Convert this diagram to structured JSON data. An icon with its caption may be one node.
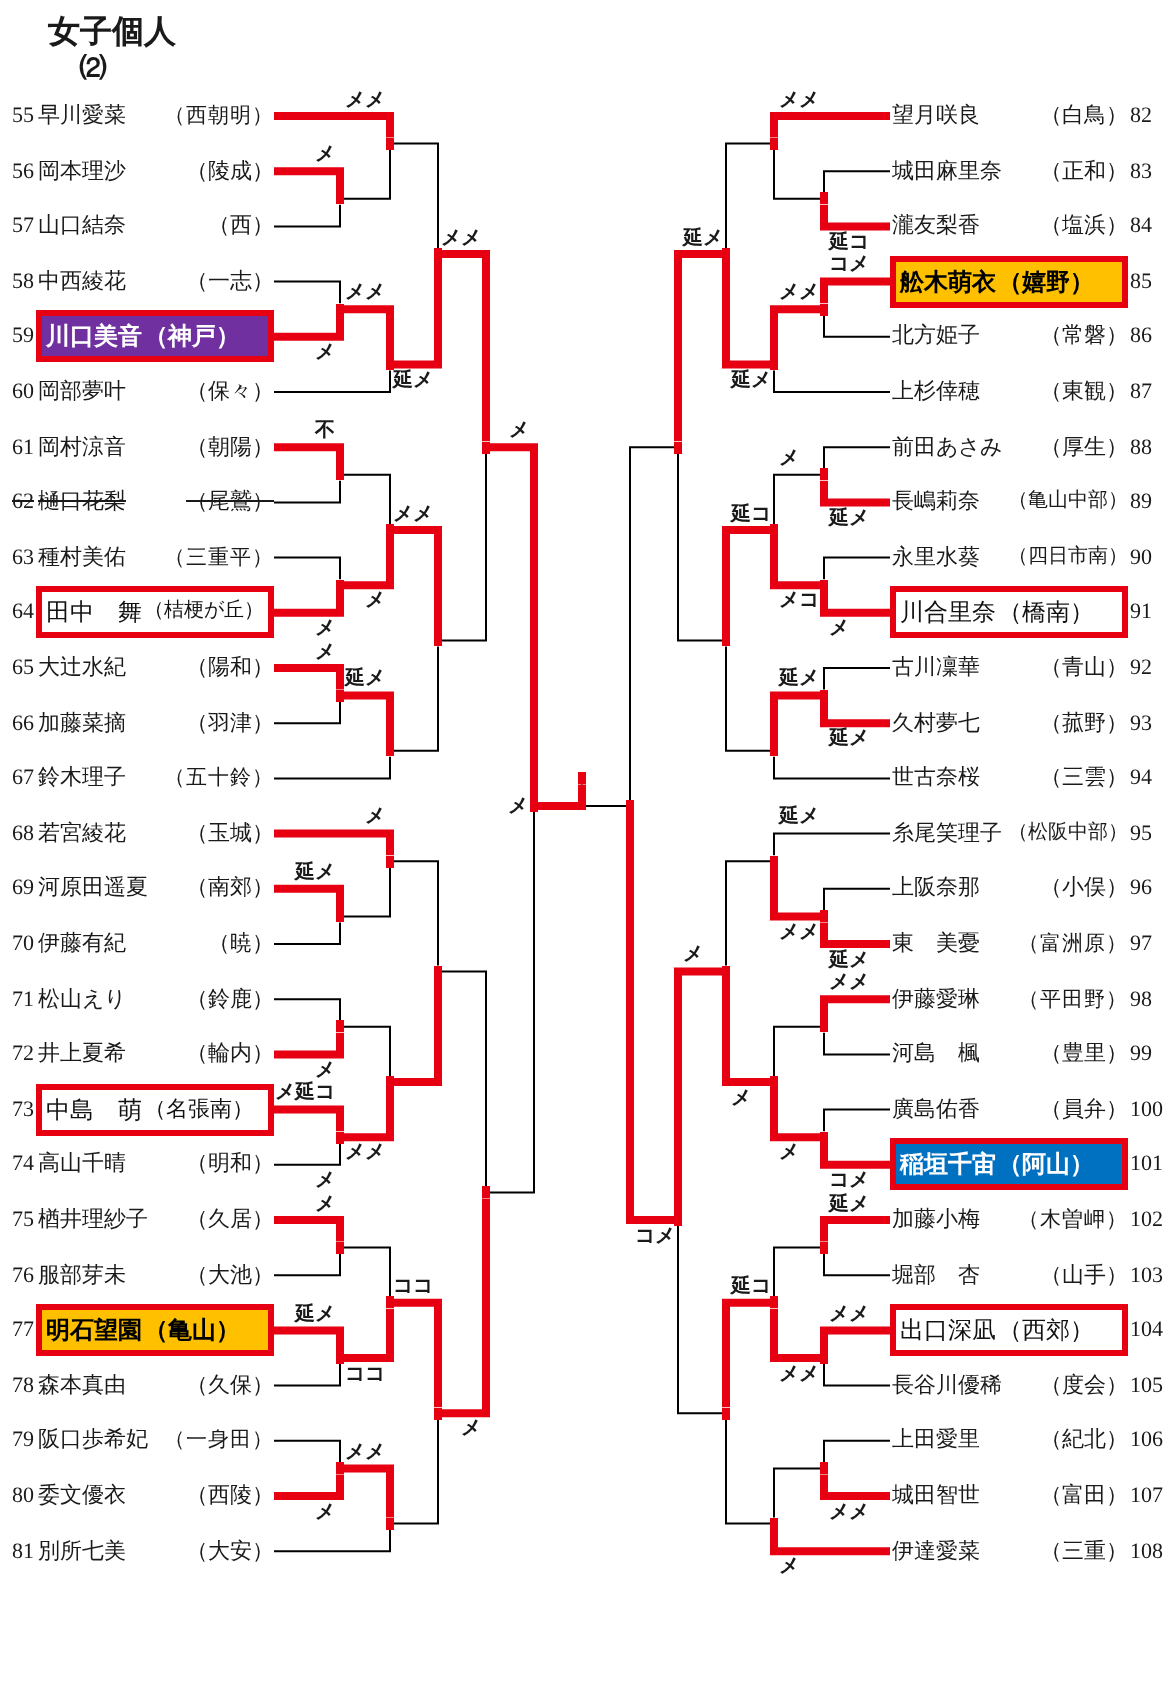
{
  "diagram": {
    "title": "女子個人",
    "nodes": [
      {
        "text": [
          "早川愛菜",
          "（西朝明）"
        ],
        "beside": [
          "55"
        ]
      },
      {
        "text": [
          "岡本理沙",
          "（陵成）"
        ],
        "beside": [
          "56"
        ]
      },
      {
        "text": [
          "山口結奈",
          "（西）"
        ],
        "beside": [
          "57"
        ]
      },
      {
        "text": [
          "中西綾花",
          "（一志）"
        ],
        "beside": [
          "58"
        ]
      },
      {
        "text": [
          "川口美音",
          "（神戸）"
        ],
        "beside": [
          "59"
        ]
      },
      {
        "text": [
          "岡部夢叶",
          "（保々）"
        ],
        "beside": [
          "60"
        ]
      },
      {
        "text": [
          "岡村涼音",
          "（朝陽）"
        ],
        "beside": [
          "61"
        ]
      },
      {
        "text": [
          "樋口花梨",
          "（尾鷲）"
        ],
        "beside": [
          "62"
        ]
      },
      {
        "text": [
          "種村美佑",
          "（三重平）"
        ],
        "beside": [
          "63"
        ]
      },
      {
        "text": [
          "田中　舞",
          "（桔梗が丘）"
        ],
        "beside": [
          "64"
        ]
      },
      {
        "text": [
          "大辻水紀",
          "（陽和）"
        ],
        "beside": [
          "65"
        ]
      },
      {
        "text": [
          "加藤菜摘",
          "（羽津）"
        ],
        "beside": [
          "66"
        ]
      },
      {
        "text": [
          "鈴木理子",
          "（五十鈴）"
        ],
        "beside": [
          "67"
        ]
      },
      {
        "text": [
          "若宮綾花",
          "（玉城）"
        ],
        "beside": [
          "68"
        ]
      },
      {
        "text": [
          "河原田遥夏",
          "（南郊）"
        ],
        "beside": [
          "69"
        ]
      },
      {
        "text": [
          "伊藤有紀",
          "（暁）"
        ],
        "beside": [
          "70"
        ]
      },
      {
        "text": [
          "松山えり",
          "（鈴鹿）"
        ],
        "beside": [
          "71"
        ]
      },
      {
        "text": [
          "井上夏希",
          "（輪内）"
        ],
        "beside": [
          "72"
        ]
      },
      {
        "text": [
          "中島　萌",
          "（名張南）"
        ],
        "beside": [
          "73"
        ]
      },
      {
        "text": [
          "高山千晴",
          "（明和）"
        ],
        "beside": [
          "74"
        ]
      },
      {
        "text": [
          "楢井理紗子",
          "（久居）"
        ],
        "beside": [
          "75"
        ]
      },
      {
        "text": [
          "服部芽未",
          "（大池）"
        ],
        "beside": [
          "76"
        ]
      },
      {
        "text": [
          "明石望園",
          "（亀山）"
        ],
        "beside": [
          "77"
        ]
      },
      {
        "text": [
          "森本真由",
          "（久保）"
        ],
        "beside": [
          "78"
        ]
      },
      {
        "text": [
          "阪口歩希妃",
          "（一身田）"
        ],
        "beside": [
          "79"
        ]
      },
      {
        "text": [
          "委文優衣",
          "（西陵）"
        ],
        "beside": [
          "80"
        ]
      },
      {
        "text": [
          "別所七美",
          "（大安）"
        ],
        "beside": [
          "81"
        ]
      },
      {
        "text": [
          "望月咲良",
          "（白鳥）"
        ],
        "beside": [
          "82"
        ]
      },
      {
        "text": [
          "城田麻里奈",
          "（正和）"
        ],
        "beside": [
          "83"
        ]
      },
      {
        "text": [
          "瀧友梨香",
          "（塩浜）"
        ],
        "beside": [
          "84"
        ]
      },
      {
        "text": [
          "舩木萌衣",
          "（嬉野）"
        ],
        "beside": [
          "85"
        ]
      },
      {
        "text": [
          "北方姫子",
          "（常磐）"
        ],
        "beside": [
          "86"
        ]
      },
      {
        "text": [
          "上杉倖穂",
          "（東観）"
        ],
        "beside": [
          "87"
        ]
      },
      {
        "text": [
          "前田あさみ",
          "（厚生）"
        ],
        "beside": [
          "88"
        ]
      },
      {
        "text": [
          "長嶋莉奈",
          "（亀山中部）"
        ],
        "beside": [
          "89"
        ]
      },
      {
        "text": [
          "永里水葵",
          "（四日市南）"
        ],
        "beside": [
          "90"
        ]
      },
      {
        "text": [
          "川合里奈",
          "（橋南）"
        ],
        "beside": [
          "91"
        ]
      },
      {
        "text": [
          "古川凜華",
          "（青山）"
        ],
        "beside": [
          "92"
        ]
      },
      {
        "text": [
          "久村夢七",
          "（菰野）"
        ],
        "beside": [
          "93"
        ]
      },
      {
        "text": [
          "世古奈桜",
          "（三雲）"
        ],
        "beside": [
          "94"
        ]
      },
      {
        "text": [
          "糸尾笑理子",
          "（松阪中部）"
        ],
        "beside": [
          "95"
        ]
      },
      {
        "text": [
          "上阪奈那",
          "（小俣）"
        ],
        "beside": [
          "96"
        ]
      },
      {
        "text": [
          "東　美憂",
          "（富洲原）"
        ],
        "beside": [
          "97"
        ]
      },
      {
        "text": [
          "伊藤愛琳",
          "（平田野）"
        ],
        "beside": [
          "98"
        ]
      },
      {
        "text": [
          "河島　楓",
          "（豊里）"
        ],
        "beside": [
          "99"
        ]
      },
      {
        "text": [
          "廣島佑香",
          "（員弁）"
        ],
        "beside": [
          "100"
        ]
      },
      {
        "text": [
          "稲垣千宙",
          "（阿山）"
        ],
        "beside": [
          "101"
        ]
      },
      {
        "text": [
          "加藤小梅",
          "（木曽岬）"
        ],
        "beside": [
          "102"
        ]
      },
      {
        "text": [
          "堀部　杏",
          "（山手）"
        ],
        "beside": [
          "103"
        ]
      },
      {
        "text": [
          "出口深凪",
          "（西郊）"
        ],
        "beside": [
          "104"
        ]
      },
      {
        "text": [
          "長谷川優稀",
          "（度会）"
        ],
        "beside": [
          "105"
        ]
      },
      {
        "text": [
          "上田愛里",
          "（紀北）"
        ],
        "beside": [
          "106"
        ]
      },
      {
        "text": [
          "城田智世",
          "（富田）"
        ],
        "beside": [
          "107"
        ]
      },
      {
        "text": [
          "伊達愛菜",
          "（三重）"
        ],
        "beside": [
          "108"
        ]
      },
      {
        "text": [],
        "shape": "bar"
      },
      {
        "text": [],
        "shape": "bar"
      },
      {
        "text": [],
        "shape": "bar"
      },
      {
        "text": [],
        "shape": "bar"
      },
      {
        "text": [],
        "shape": "bar"
      },
      {
        "text": [],
        "shape": "bar"
      },
      {
        "text": [],
        "shape": "bar"
      },
      {
        "text": [],
        "shape": "bar"
      },
      {
        "text": [],
        "shape": "bar"
      },
      {
        "text": [],
        "shape": "bar"
      },
      {
        "text": [],
        "shape": "bar"
      },
      {
        "text": [],
        "shape": "bar"
      },
      {
        "text": [],
        "shape": "bar"
      },
      {
        "text": [],
        "shape": "bar"
      },
      {
        "text": [],
        "shape": "bar"
      },
      {
        "text": [],
        "shape": "bar"
      },
      {
        "text": [],
        "shape": "bar"
      },
      {
        "text": [],
        "shape": "bar"
      },
      {
        "text": [],
        "shape": "bar"
      },
      {
        "text": [],
        "shape": "bar"
      },
      {
        "text": [],
        "shape": "bar"
      },
      {
        "text": [],
        "shape": "bar"
      },
      {
        "text": [],
        "shape": "bar"
      },
      {
        "text": [],
        "shape": "bar"
      },
      {
        "text": [],
        "shape": "bar"
      },
      {
        "text": [],
        "shape": "bar"
      },
      {
        "text": [],
        "shape": "bar"
      },
      {
        "text": [],
        "shape": "bar"
      },
      {
        "text": [],
        "shape": "bar"
      },
      {
        "text": [],
        "shape": "bar"
      },
      {
        "text": [],
        "shape": "bar"
      },
      {
        "text": [],
        "shape": "bar"
      },
      {
        "text": [],
        "shape": "bar"
      },
      {
        "text": [],
        "shape": "bar"
      },
      {
        "text": [],
        "shape": "bar"
      },
      {
        "text": [],
        "shape": "bar"
      },
      {
        "text": [],
        "shape": "bar"
      },
      {
        "text": [],
        "shape": "bar"
      },
      {
        "text": [],
        "shape": "bar"
      },
      {
        "text": [],
        "shape": "bar"
      },
      {
        "text": [],
        "shape": "bar"
      },
      {
        "text": [],
        "shape": "bar"
      },
      {
        "text": [],
        "shape": "bar"
      },
      {
        "text": [],
        "shape": "bar"
      },
      {
        "text": [],
        "shape": "bar"
      },
      {
        "text": [],
        "shape": "bar"
      },
      {
        "text": [],
        "shape": "bar"
      },
      {
        "text": [],
        "shape": "bar"
      },
      {
        "text": [],
        "shape": "bar"
      },
      {
        "text": [],
        "shape": "bar"
      },
      {
        "text": [],
        "shape": "bar"
      },
      {
        "text": [],
        "shape": "bar"
      },
      {
        "text": [],
        "shape": "bar"
      }
    ],
    "edges": [
      {
        "from": 1,
        "to": 54,
        "arrow": "none",
        "label": "メ",
        "style": "thick",
        "color": "#e60012"
      },
      {
        "from": 2,
        "to": 54,
        "arrow": "none",
        "color": "#000000"
      },
      {
        "from": 0,
        "to": 55,
        "arrow": "none",
        "label": "メメ",
        "style": "thick",
        "color": "#e60012"
      },
      {
        "from": 54,
        "to": 55,
        "arrow": "none",
        "color": "#000000"
      },
      {
        "from": 3,
        "to": 56,
        "arrow": "none",
        "color": "#000000"
      },
      {
        "from": 4,
        "to": 56,
        "arrow": "none",
        "label": "メ",
        "style": "thick",
        "color": "#e60012"
      },
      {
        "from": 56,
        "to": 57,
        "arrow": "none",
        "label": "メメ",
        "style": "thick",
        "color": "#e60012"
      },
      {
        "from": 5,
        "to": 57,
        "arrow": "none",
        "color": "#000000"
      },
      {
        "from": 55,
        "to": 58,
        "arrow": "none",
        "color": "#000000"
      },
      {
        "from": 57,
        "to": 58,
        "arrow": "none",
        "label": "延メ",
        "style": "thick",
        "color": "#e60012"
      },
      {
        "from": 6,
        "to": 59,
        "arrow": "none",
        "label": "不",
        "style": "thick",
        "color": "#e60012"
      },
      {
        "from": 7,
        "to": 59,
        "arrow": "none",
        "color": "#000000"
      },
      {
        "from": 8,
        "to": 60,
        "arrow": "none",
        "color": "#000000"
      },
      {
        "from": 9,
        "to": 60,
        "arrow": "none",
        "label": "メ",
        "style": "thick",
        "color": "#e60012"
      },
      {
        "from": 59,
        "to": 61,
        "arrow": "none",
        "color": "#000000"
      },
      {
        "from": 60,
        "to": 61,
        "arrow": "none",
        "label": "メ",
        "style": "thick",
        "color": "#e60012"
      },
      {
        "from": 10,
        "to": 62,
        "arrow": "none",
        "label": "メ",
        "style": "thick",
        "color": "#e60012"
      },
      {
        "from": 11,
        "to": 62,
        "arrow": "none",
        "color": "#000000"
      },
      {
        "from": 62,
        "to": 63,
        "arrow": "none",
        "label": "延メ",
        "style": "thick",
        "color": "#e60012"
      },
      {
        "from": 12,
        "to": 63,
        "arrow": "none",
        "color": "#000000"
      },
      {
        "from": 61,
        "to": 64,
        "arrow": "none",
        "label": "メメ",
        "style": "thick",
        "color": "#e60012"
      },
      {
        "from": 63,
        "to": 64,
        "arrow": "none",
        "color": "#000000"
      },
      {
        "from": 58,
        "to": 65,
        "arrow": "none",
        "label": "メメ",
        "style": "thick",
        "color": "#e60012"
      },
      {
        "from": 64,
        "to": 65,
        "arrow": "none",
        "color": "#000000"
      },
      {
        "from": 14,
        "to": 66,
        "arrow": "none",
        "label": "延メ",
        "style": "thick",
        "color": "#e60012"
      },
      {
        "from": 15,
        "to": 66,
        "arrow": "none",
        "color": "#000000"
      },
      {
        "from": 13,
        "to": 67,
        "arrow": "none",
        "label": "メ",
        "style": "thick",
        "color": "#e60012"
      },
      {
        "from": 66,
        "to": 67,
        "arrow": "none",
        "color": "#000000"
      },
      {
        "from": 16,
        "to": 68,
        "arrow": "none",
        "color": "#000000"
      },
      {
        "from": 17,
        "to": 68,
        "arrow": "none",
        "label": "メ",
        "style": "thick",
        "color": "#e60012"
      },
      {
        "from": 18,
        "to": 69,
        "arrow": "none",
        "label": "メ延コ",
        "style": "thick",
        "color": "#e60012"
      },
      {
        "from": 19,
        "to": 69,
        "arrow": "none",
        "label": "メ",
        "color": "#000000"
      },
      {
        "from": 68,
        "to": 70,
        "arrow": "none",
        "color": "#000000"
      },
      {
        "from": 69,
        "to": 70,
        "arrow": "none",
        "label": "メメ",
        "style": "thick",
        "color": "#e60012"
      },
      {
        "from": 67,
        "to": 71,
        "arrow": "none",
        "color": "#000000"
      },
      {
        "from": 70,
        "to": 71,
        "arrow": "none",
        "style": "thick",
        "color": "#e60012"
      },
      {
        "from": 20,
        "to": 72,
        "arrow": "none",
        "label": "メ",
        "style": "thick",
        "color": "#e60012"
      },
      {
        "from": 21,
        "to": 72,
        "arrow": "none",
        "color": "#000000"
      },
      {
        "from": 22,
        "to": 73,
        "arrow": "none",
        "label": "延メ",
        "style": "thick",
        "color": "#e60012"
      },
      {
        "from": 23,
        "to": 73,
        "arrow": "none",
        "color": "#000000"
      },
      {
        "from": 72,
        "to": 74,
        "arrow": "none",
        "color": "#000000"
      },
      {
        "from": 73,
        "to": 74,
        "arrow": "none",
        "label": "ココ",
        "style": "thick",
        "color": "#e60012"
      },
      {
        "from": 24,
        "to": 75,
        "arrow": "none",
        "color": "#000000"
      },
      {
        "from": 25,
        "to": 75,
        "arrow": "none",
        "label": "メ",
        "style": "thick",
        "color": "#e60012"
      },
      {
        "from": 75,
        "to": 76,
        "arrow": "none",
        "label": "メメ",
        "style": "thick",
        "color": "#e60012"
      },
      {
        "from": 26,
        "to": 76,
        "arrow": "none",
        "color": "#000000"
      },
      {
        "from": 74,
        "to": 77,
        "arrow": "none",
        "label": "ココ",
        "style": "thick",
        "color": "#e60012"
      },
      {
        "from": 76,
        "to": 77,
        "arrow": "none",
        "color": "#000000"
      },
      {
        "from": 71,
        "to": 78,
        "arrow": "none",
        "color": "#000000"
      },
      {
        "from": 77,
        "to": 78,
        "arrow": "none",
        "label": "メ",
        "style": "thick",
        "color": "#e60012"
      },
      {
        "from": 65,
        "to": 79,
        "arrow": "none",
        "label": "メ",
        "style": "thick",
        "color": "#e60012"
      },
      {
        "from": 78,
        "to": 79,
        "arrow": "none",
        "color": "#000000"
      },
      {
        "from": 28,
        "to": 80,
        "arrow": "none",
        "color": "#000000"
      },
      {
        "from": 29,
        "to": 80,
        "arrow": "none",
        "label": "延コ",
        "style": "thick",
        "color": "#e60012"
      },
      {
        "from": 27,
        "to": 81,
        "arrow": "none",
        "label": "メメ",
        "style": "thick",
        "color": "#e60012"
      },
      {
        "from": 80,
        "to": 81,
        "arrow": "none",
        "color": "#000000"
      },
      {
        "from": 30,
        "to": 82,
        "arrow": "none",
        "label": "コメ",
        "style": "thick",
        "color": "#e60012"
      },
      {
        "from": 31,
        "to": 82,
        "arrow": "none",
        "color": "#000000"
      },
      {
        "from": 82,
        "to": 83,
        "arrow": "none",
        "label": "メメ",
        "style": "thick",
        "color": "#e60012"
      },
      {
        "from": 32,
        "to": 83,
        "arrow": "none",
        "color": "#000000"
      },
      {
        "from": 81,
        "to": 84,
        "arrow": "none",
        "color": "#000000"
      },
      {
        "from": 83,
        "to": 84,
        "arrow": "none",
        "label": "延メ",
        "style": "thick",
        "color": "#e60012"
      },
      {
        "from": 33,
        "to": 85,
        "arrow": "none",
        "color": "#000000"
      },
      {
        "from": 34,
        "to": 85,
        "arrow": "none",
        "label": "延メ",
        "style": "thick",
        "color": "#e60012"
      },
      {
        "from": 35,
        "to": 86,
        "arrow": "none",
        "color": "#000000"
      },
      {
        "from": 36,
        "to": 86,
        "arrow": "none",
        "label": "メ",
        "style": "thick",
        "color": "#e60012"
      },
      {
        "from": 85,
        "to": 87,
        "arrow": "none",
        "label": "メ",
        "color": "#000000"
      },
      {
        "from": 86,
        "to": 87,
        "arrow": "none",
        "label": "メコ",
        "style": "thick",
        "color": "#e60012"
      },
      {
        "from": 37,
        "to": 88,
        "arrow": "none",
        "color": "#000000"
      },
      {
        "from": 38,
        "to": 88,
        "arrow": "none",
        "label": "延メ",
        "style": "thick",
        "color": "#e60012"
      },
      {
        "from": 88,
        "to": 89,
        "arrow": "none",
        "label": "延メ",
        "style": "thick",
        "color": "#e60012"
      },
      {
        "from": 39,
        "to": 89,
        "arrow": "none",
        "color": "#000000"
      },
      {
        "from": 87,
        "to": 90,
        "arrow": "none",
        "label": "延コ",
        "style": "thick",
        "color": "#e60012"
      },
      {
        "from": 89,
        "to": 90,
        "arrow": "none",
        "color": "#000000"
      },
      {
        "from": 84,
        "to": 91,
        "arrow": "none",
        "label": "延メ",
        "style": "thick",
        "color": "#e60012"
      },
      {
        "from": 90,
        "to": 91,
        "arrow": "none",
        "color": "#000000"
      },
      {
        "from": 41,
        "to": 92,
        "arrow": "none",
        "color": "#000000"
      },
      {
        "from": 42,
        "to": 92,
        "arrow": "none",
        "label": "延メ",
        "style": "thick",
        "color": "#e60012"
      },
      {
        "from": 40,
        "to": 93,
        "arrow": "none",
        "label": "延メ",
        "color": "#000000"
      },
      {
        "from": 92,
        "to": 93,
        "arrow": "none",
        "label": "メメ",
        "style": "thick",
        "color": "#e60012"
      },
      {
        "from": 43,
        "to": 94,
        "arrow": "none",
        "label": "メメ",
        "style": "thick",
        "color": "#e60012"
      },
      {
        "from": 44,
        "to": 94,
        "arrow": "none",
        "color": "#000000"
      },
      {
        "from": 45,
        "to": 95,
        "arrow": "none",
        "color": "#000000"
      },
      {
        "from": 46,
        "to": 95,
        "arrow": "none",
        "label": "コメ",
        "style": "thick",
        "color": "#e60012"
      },
      {
        "from": 94,
        "to": 96,
        "arrow": "none",
        "color": "#000000"
      },
      {
        "from": 95,
        "to": 96,
        "arrow": "none",
        "label": "メ",
        "style": "thick",
        "color": "#e60012"
      },
      {
        "from": 93,
        "to": 97,
        "arrow": "none",
        "color": "#000000"
      },
      {
        "from": 96,
        "to": 97,
        "arrow": "none",
        "label": "メ",
        "style": "thick",
        "color": "#e60012"
      },
      {
        "from": 47,
        "to": 98,
        "arrow": "none",
        "label": "延メ",
        "style": "thick",
        "color": "#e60012"
      },
      {
        "from": 48,
        "to": 98,
        "arrow": "none",
        "color": "#000000"
      },
      {
        "from": 49,
        "to": 99,
        "arrow": "none",
        "label": "メメ",
        "style": "thick",
        "color": "#e60012"
      },
      {
        "from": 50,
        "to": 99,
        "arrow": "none",
        "color": "#000000"
      },
      {
        "from": 98,
        "to": 100,
        "arrow": "none",
        "color": "#000000"
      },
      {
        "from": 99,
        "to": 100,
        "arrow": "none",
        "label": "メメ",
        "style": "thick",
        "color": "#e60012"
      },
      {
        "from": 51,
        "to": 101,
        "arrow": "none",
        "color": "#000000"
      },
      {
        "from": 52,
        "to": 101,
        "arrow": "none",
        "label": "メメ",
        "style": "thick",
        "color": "#e60012"
      },
      {
        "from": 101,
        "to": 102,
        "arrow": "none",
        "color": "#000000"
      },
      {
        "from": 53,
        "to": 102,
        "arrow": "none",
        "label": "メ",
        "style": "thick",
        "color": "#e60012"
      },
      {
        "from": 100,
        "to": 103,
        "arrow": "none",
        "label": "延コ",
        "style": "thick",
        "color": "#e60012"
      },
      {
        "from": 102,
        "to": 103,
        "arrow": "none",
        "color": "#000000"
      },
      {
        "from": 97,
        "to": 104,
        "arrow": "none",
        "label": "メ",
        "style": "thick",
        "color": "#e60012"
      },
      {
        "from": 103,
        "to": 104,
        "arrow": "none",
        "color": "#000000"
      },
      {
        "from": 91,
        "to": 105,
        "arrow": "none",
        "color": "#000000"
      },
      {
        "from": 104,
        "to": 105,
        "arrow": "none",
        "label": "コメ",
        "style": "thick",
        "color": "#e60012"
      },
      {
        "from": 79,
        "to": 106,
        "arrow": "none",
        "label": "メ",
        "style": "thick",
        "color": "#e60012"
      },
      {
        "from": 105,
        "to": 106,
        "arrow": "none",
        "color": "#000000"
      }
    ],
    "labels": [
      "⑵"
    ]
  }
}
